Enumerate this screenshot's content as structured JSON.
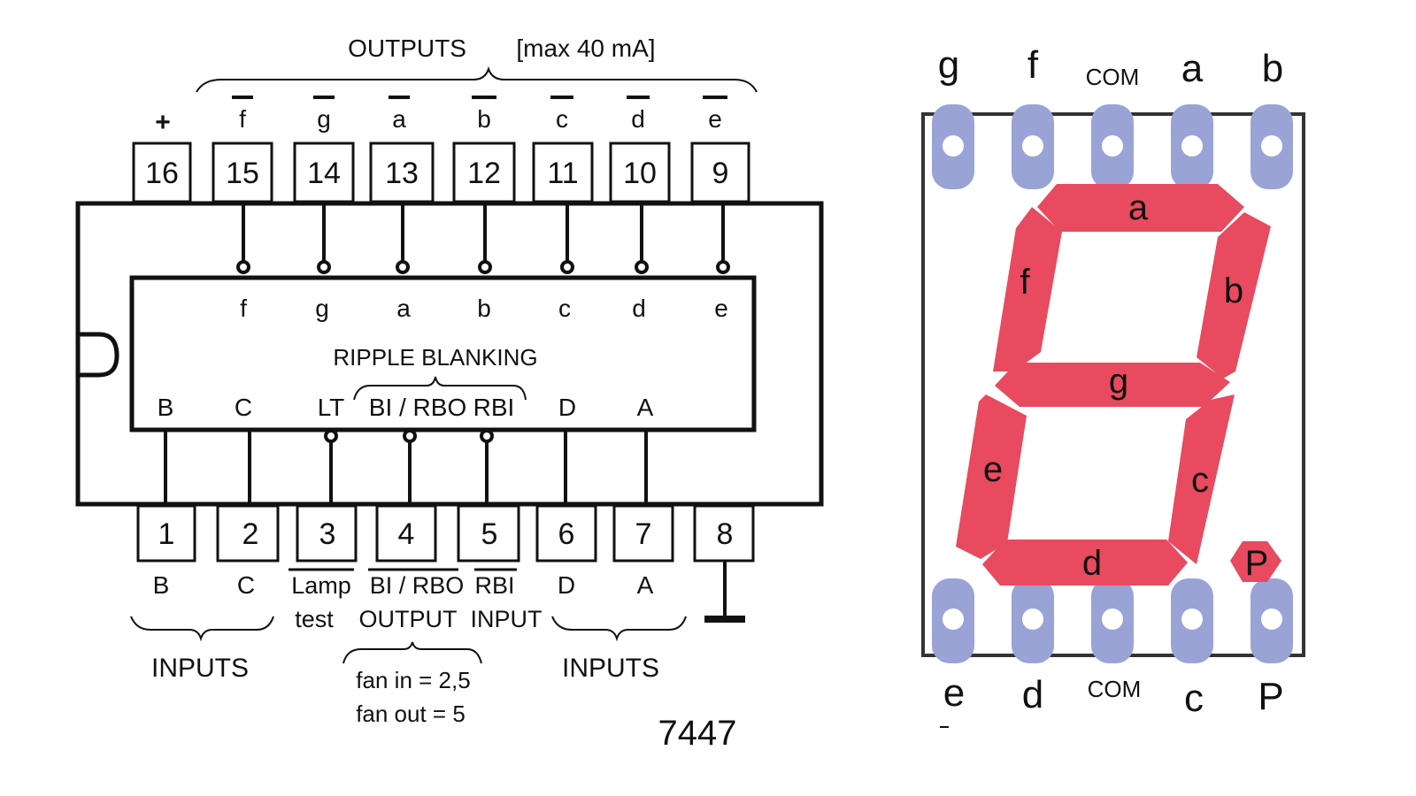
{
  "ic": {
    "outputs_header": "OUTPUTS",
    "max_current": "[max  40 mA]",
    "plus_sign": "+",
    "top_pins": [
      {
        "num": "16",
        "label": "+",
        "overbar": false
      },
      {
        "num": "15",
        "label": "f",
        "overbar": true
      },
      {
        "num": "14",
        "label": "g",
        "overbar": true
      },
      {
        "num": "13",
        "label": "a",
        "overbar": true
      },
      {
        "num": "12",
        "label": "b",
        "overbar": true
      },
      {
        "num": "11",
        "label": "c",
        "overbar": true
      },
      {
        "num": "10",
        "label": "d",
        "overbar": true
      },
      {
        "num": "9",
        "label": "e",
        "overbar": true
      }
    ],
    "inner_top_labels": [
      "f",
      "g",
      "a",
      "b",
      "c",
      "d",
      "e"
    ],
    "ripple_blanking": "RIPPLE BLANKING",
    "inner_bottom_labels": [
      "B",
      "C",
      "LT",
      "BI / RBO",
      "RBI",
      "D",
      "A"
    ],
    "bottom_pins": [
      {
        "num": "1",
        "label": "B"
      },
      {
        "num": "2",
        "label": "C"
      },
      {
        "num": "3",
        "label": "Lamp"
      },
      {
        "num": "4",
        "label": "BI / RBO"
      },
      {
        "num": "5",
        "label": "RBI"
      },
      {
        "num": "6",
        "label": "D"
      },
      {
        "num": "7",
        "label": "A"
      },
      {
        "num": "8",
        "label": ""
      }
    ],
    "lamp_test_line2": "test",
    "output_label": "OUTPUT",
    "input_label": "INPUT",
    "inputs_left": "INPUTS",
    "inputs_right": "INPUTS",
    "fan_in": "fan in = 2,5",
    "fan_out": "fan out = 5",
    "chip_name": "7447"
  },
  "display": {
    "top_pins": [
      "g",
      "f",
      "COM",
      "a",
      "b"
    ],
    "bottom_pins": [
      "e",
      "d",
      "COM",
      "c",
      "P"
    ],
    "segments": [
      "a",
      "b",
      "c",
      "d",
      "e",
      "f",
      "g",
      "P"
    ],
    "colors": {
      "segment": "#e84a5f",
      "pin_pad": "#9aa3d6",
      "outline": "#333333"
    }
  }
}
